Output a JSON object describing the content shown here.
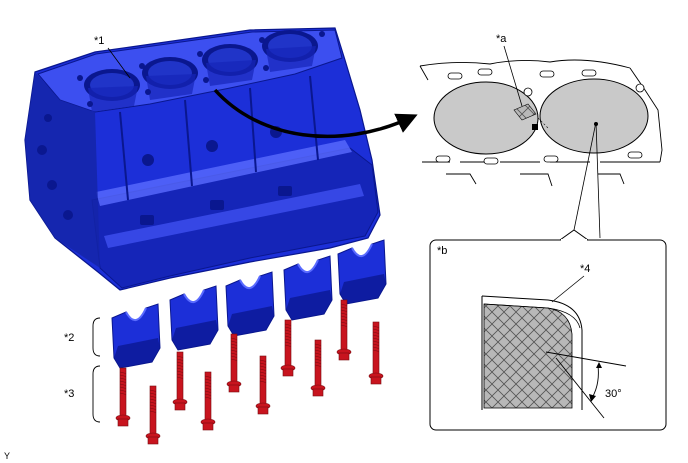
{
  "labels": {
    "part1": "*1",
    "part2": "*2",
    "part3": "*3",
    "detail_a": "*a",
    "detail_b": "*b",
    "part4": "*4",
    "angle": "30°",
    "corner_mark": "Y"
  },
  "colors": {
    "engine_block": "#1c2fd8",
    "engine_shadow": "#0a178f",
    "engine_highlight": "#5a6bff",
    "bolt": "#c8141e",
    "bolt_dark": "#7a0a10",
    "bore": "#c9c9c9",
    "crosshatch": "#9a9a9a",
    "line": "#000000"
  },
  "counts": {
    "bearing_caps": 5,
    "bolts": 10
  }
}
